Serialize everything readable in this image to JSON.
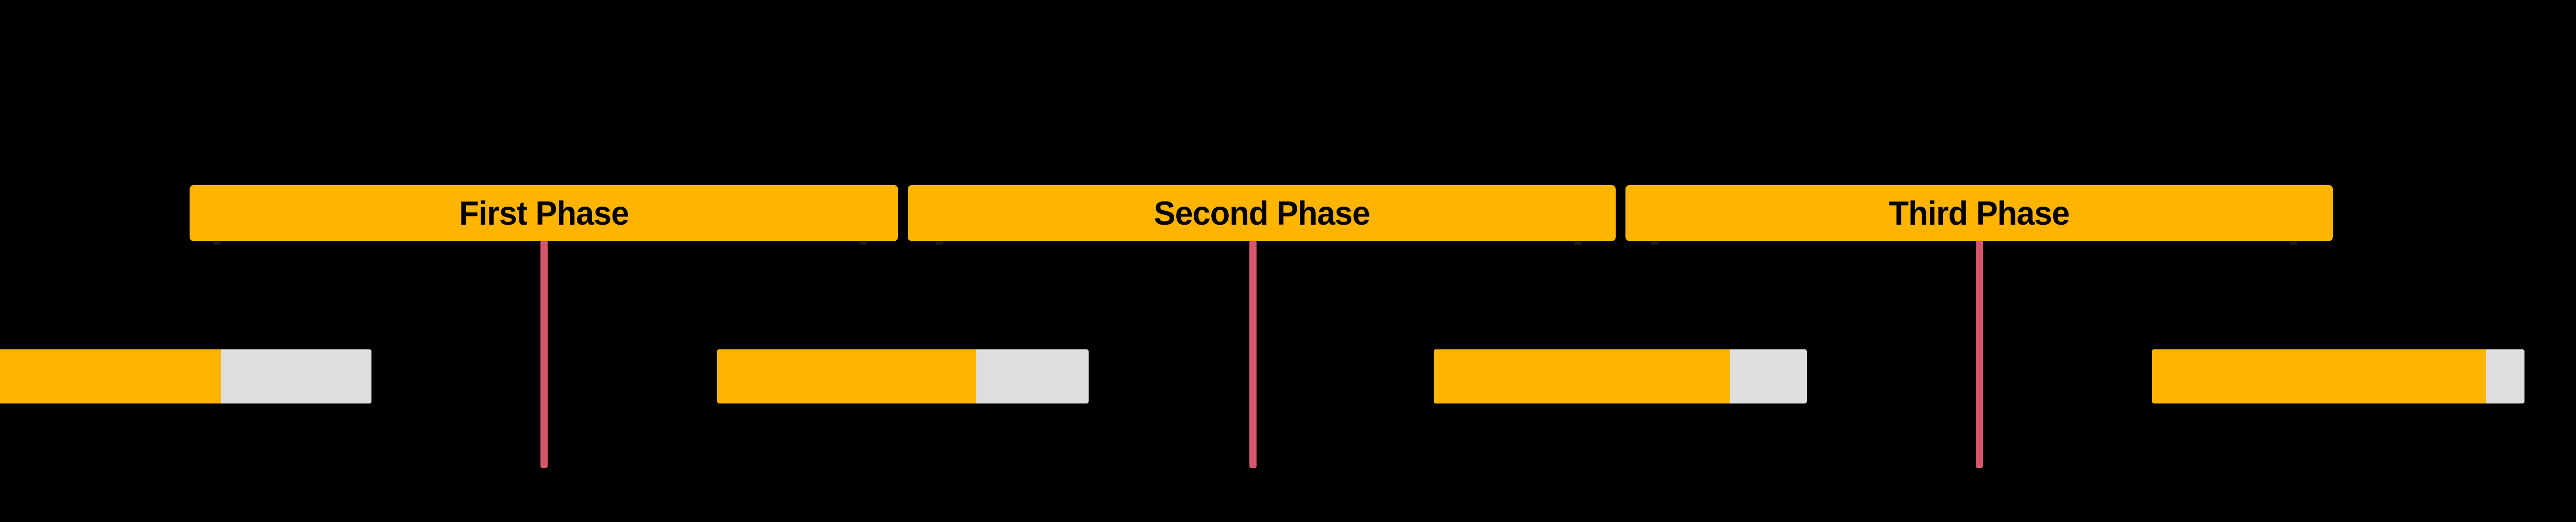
{
  "diagram": {
    "type": "phase-timeline-gantt",
    "colors": {
      "canvas-bg": "#000000",
      "phase-fill": "#FFB400",
      "label-text": "#000000",
      "milestone-line": "#D5566D",
      "progress-remaining": "#DEDEDE",
      "tick": "#1E1804"
    },
    "phases": [
      {
        "label": "First Phase"
      },
      {
        "label": "Second Phase"
      },
      {
        "label": "Third Phase"
      }
    ],
    "milestones": [
      {
        "name": "milestone-after-first-phase"
      },
      {
        "name": "milestone-after-second-phase"
      },
      {
        "name": "milestone-after-third-phase"
      }
    ],
    "progress_bars": [
      {
        "percent_complete": 60,
        "fill_width": "59.5%"
      },
      {
        "percent_complete": 70,
        "fill_width": "69.8%"
      },
      {
        "percent_complete": 80,
        "fill_width": "79.4%"
      },
      {
        "percent_complete": 90,
        "fill_width": "89.6%"
      }
    ]
  }
}
